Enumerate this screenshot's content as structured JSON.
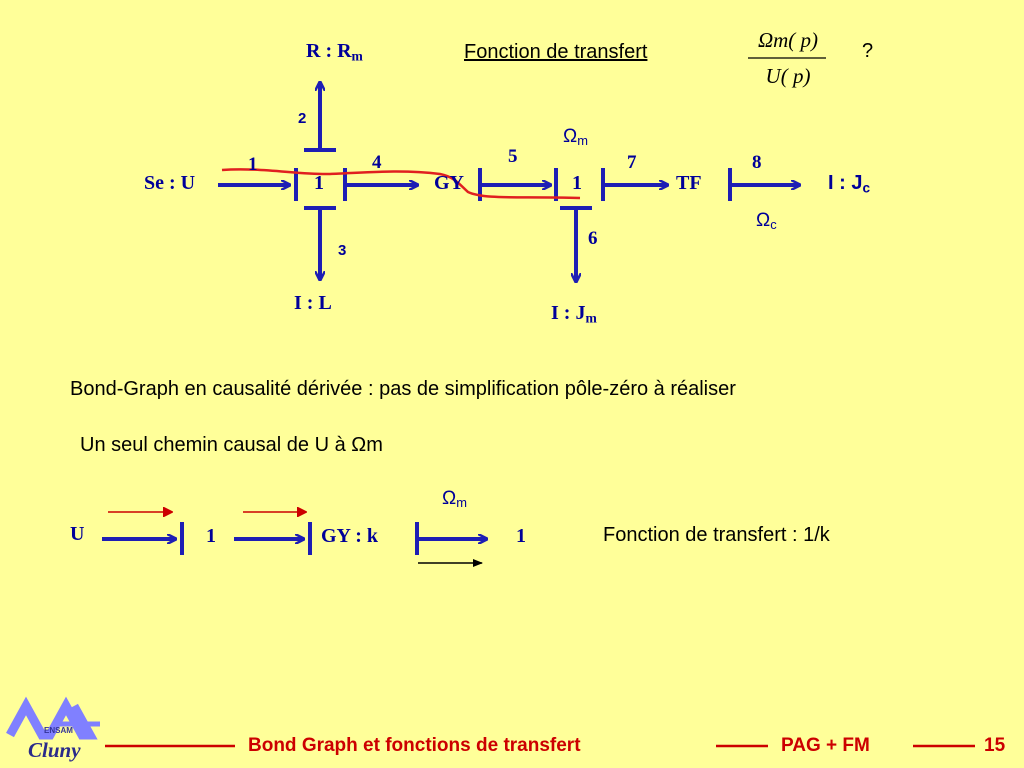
{
  "header": {
    "tf_title": "Fonction de transfert",
    "numerator": "Ωm( p)",
    "denominator": "U( p)",
    "question": "?"
  },
  "bondgraph": {
    "r_label": "R : R",
    "r_sub": "m",
    "se_label": "Se : U",
    "junction1": "1",
    "gy_label": "GY",
    "junction2": "1",
    "tf_label": "TF",
    "ic_label": "I : J",
    "ic_sub": "c",
    "il_label": "I : L",
    "ijm_label": "I : J",
    "ijm_sub": "m",
    "bond_numbers": [
      "1",
      "2",
      "3",
      "4",
      "5",
      "6",
      "7",
      "8"
    ],
    "omega_m": "Ω",
    "omega_m_sub": "m",
    "omega_c": "Ω",
    "omega_c_sub": "c"
  },
  "text": {
    "derived_causality": "Bond-Graph en causalité dérivée : pas de simplification pôle-zéro à réaliser",
    "single_path": "Un seul chemin causal de U à Ωm"
  },
  "reduced": {
    "u_label": "U",
    "junction_a": "1",
    "gyk_label": "GY : k",
    "junction_b": "1",
    "omega": "Ω",
    "omega_sub": "m",
    "result": "Fonction de transfert : 1/k"
  },
  "footer": {
    "logo_text": "ENSAM",
    "logo_script": "Cluny",
    "title": "Bond Graph et fonctions de transfert",
    "author": "PAG + FM",
    "page": "15"
  },
  "colors": {
    "background": "#FFFF99",
    "bond": "#1E1EB4",
    "causal_path": "#E02020",
    "footer_text": "#CC0000"
  }
}
